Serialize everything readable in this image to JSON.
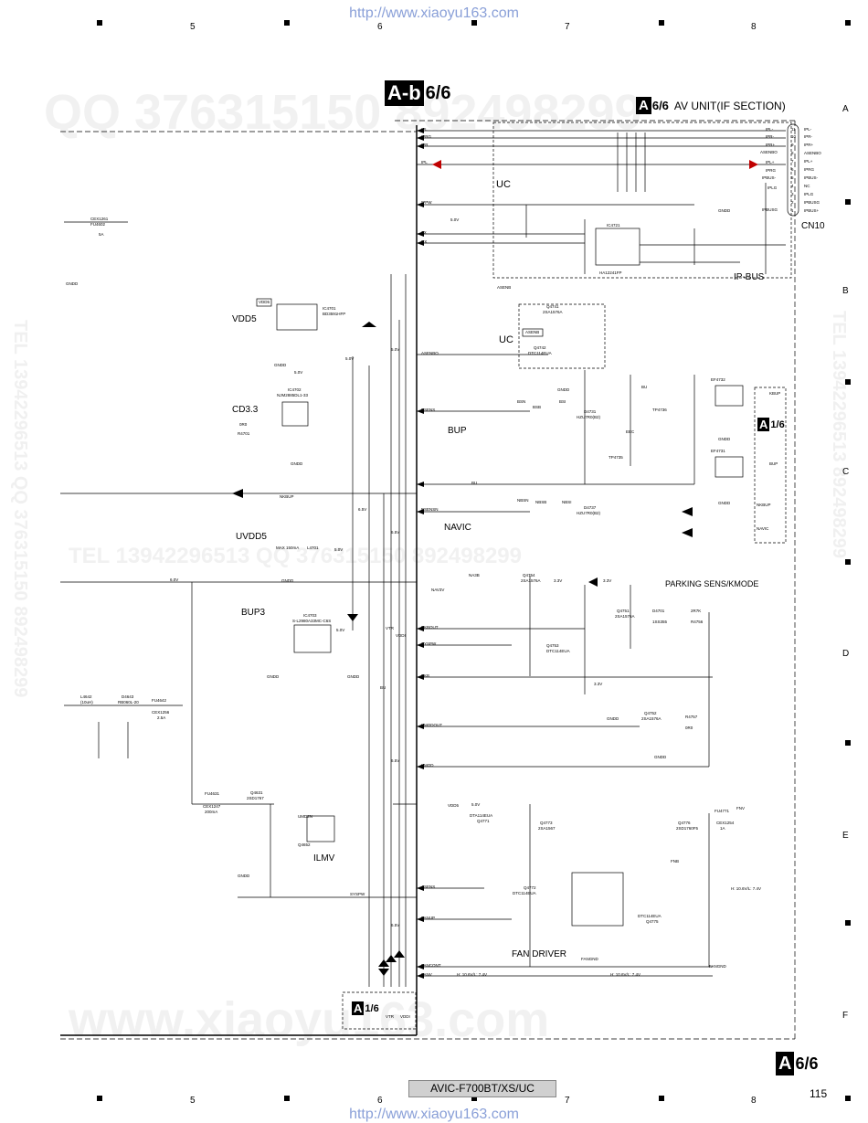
{
  "header_url": "http://www.xiaoyu163.com",
  "footer_url": "http://www.xiaoyu163.com",
  "column_numbers": [
    "5",
    "6",
    "7",
    "8"
  ],
  "row_letters": [
    "A",
    "B",
    "C",
    "D",
    "E",
    "F"
  ],
  "sheet_tag_main": {
    "box": "A-b",
    "fraction": "6/6"
  },
  "sheet_tag_unit": {
    "box": "A",
    "fraction": "6/6",
    "title": "AV UNIT(IF SECTION)"
  },
  "sheet_tag_a16_right": {
    "box": "A",
    "fraction": "1/6"
  },
  "sheet_tag_a16_bottom": {
    "box": "A",
    "fraction": "1/6"
  },
  "sheet_tag_corner": {
    "box": "A",
    "fraction": "6/6"
  },
  "model": "AVIC-F700BT/XS/UC",
  "page_number": "115",
  "watermarks": {
    "qq_top": "QQ 376315150  892498299",
    "tel_mid": "TEL 13942296513  QQ 376315150  892498299",
    "www_bottom": "www.xiaoyu163.com",
    "tel_vertical_left": "TEL 13942296513  QQ 376315150  892498299",
    "tel_vertical_right": "TEL 13942296513  892498299"
  },
  "blocks": {
    "uc1": "UC",
    "uc2": "UC",
    "ipbus": "IP-BUS",
    "cn": "CN10",
    "vdd5": "VDD5",
    "cd33": "CD3.3",
    "bup": "BUP",
    "navic": "NAVIC",
    "uvdd5": "UVDD5",
    "bup3": "BUP3",
    "parking": "PARKING SENS/KMODE",
    "ilmv": "ILMV",
    "fan": "FAN DRIVER"
  },
  "ic_labels": {
    "ic4701": "IC4701",
    "ic4701_part": "BD3591HFP",
    "ic4702": "IC4702",
    "ic4702_part": "NJM2885DL1-33",
    "ic4703": "IC4703",
    "ic4703_part": "S-L2980A33MC-C6S",
    "ic4721": "IC4721",
    "ic4721_part": "HA12241FP",
    "q4741": "Q4741",
    "q4741_part": "2SA1576A",
    "q4742": "Q4742",
    "q4742_part": "DTC114EUA",
    "q4751": "Q4751",
    "q4751_part": "2SA1576A",
    "q4752": "Q4752",
    "q4752_part": "2SA1576A",
    "q4753": "Q4753",
    "q4753_part": "DTC114EUA",
    "q4754": "Q4754",
    "q4754_part": "2SA1576A",
    "q4771": "Q4771",
    "q4771_part": "DTA114EUA",
    "q4772": "Q4772",
    "q4772_part": "DTC114EUA",
    "q4773": "Q4773",
    "q4773_part": "2SA1567",
    "q4775": "Q4775",
    "q4775_part": "DTC114EUA",
    "q4776": "Q4776",
    "q4776_part": "2SD1760F5",
    "q4631": "Q4631",
    "q4631_part": "2SD1767",
    "ef4732": "EF4732",
    "ef4731": "EF4731",
    "umd2n": "UMD2N",
    "q4652": "Q4652"
  },
  "left_signals": [
    "IPL",
    "IPRG",
    "IPR",
    "IPL",
    "IPPW",
    "TX",
    "RX",
    "ASENB",
    "ASENBO",
    "BSENS",
    "BU",
    "NKBUP",
    "BSENSN",
    "PKBOUT",
    "SYSPW",
    "PKB",
    "KMODOUT",
    "KMOD",
    "VDD5",
    "ASENS",
    "FANUP",
    "FANCONT",
    "FANV"
  ],
  "connector_pins": [
    "IPL-",
    "IPR-",
    "IPR+",
    "ASENBO",
    "IPL+",
    "IPRG",
    "IPBUS-",
    "NC",
    "IPLG",
    "IPBUSG",
    "IPBUS+"
  ],
  "connector_pin_numbers": [
    "11",
    "10",
    "9",
    "8",
    "7",
    "6",
    "5",
    "4",
    "3",
    "2",
    "1"
  ],
  "right_small_labels": [
    "KBUP",
    "BUP",
    "NKBUP",
    "NAVIC"
  ],
  "parts": {
    "cex1261": "CEX1261",
    "fu4602": "FU4602",
    "fu_rating1": "5A",
    "cex1256": "CEX1256",
    "fu4642": "FU4642",
    "fu_rating2": "2.5A",
    "cex1247": "CEX1247",
    "fu4631": "FU4631",
    "fu_rating3": "200mA",
    "cex1254": "CEX1254",
    "fu4771": "FU4771",
    "fu_rating4": "1A",
    "l4642": "L4642",
    "l4642_val": "(10uH)",
    "d4643": "D4643",
    "d4643_part": "RB060L-20",
    "max150": "MAX 150mA",
    "l4701": "L4701",
    "r4701": "R4701",
    "r4701_val": "0R0",
    "d4737": "D4737",
    "d4737_part": "HZU7R0(B2)",
    "d4731": "D4731",
    "d4731_part": "HZU7R0(B2)",
    "d4701": "D4701",
    "d4701_part": "1SS355",
    "r4756": "R4756",
    "r4756_val": "2R7K",
    "r4757": "R4757",
    "r4757_val": "0R0"
  },
  "rails": {
    "v50": "5.0V",
    "v60": "6.0V",
    "v33": "3.3V",
    "v65": "6.5V",
    "fan_level": "H: 10.6V/L: 7.4V",
    "bu": "BU",
    "vdd5": "VDD5",
    "vtr": "VTR",
    "vddi": "VDDI"
  },
  "bus_lines": [
    "5.0V",
    "5.0V",
    "6.5V",
    "6.5V",
    "6.5V",
    "BU",
    "VTR",
    "VDDI"
  ],
  "net_labels": [
    "BSN",
    "BSB",
    "BSI",
    "NBSN",
    "NBSB",
    "NBSI",
    "NA3B",
    "NAV3V",
    "FNB",
    "FNV",
    "TP4736",
    "TP4735",
    "EEC"
  ],
  "gndd": "GNDD",
  "fangnd": "FANGND"
}
